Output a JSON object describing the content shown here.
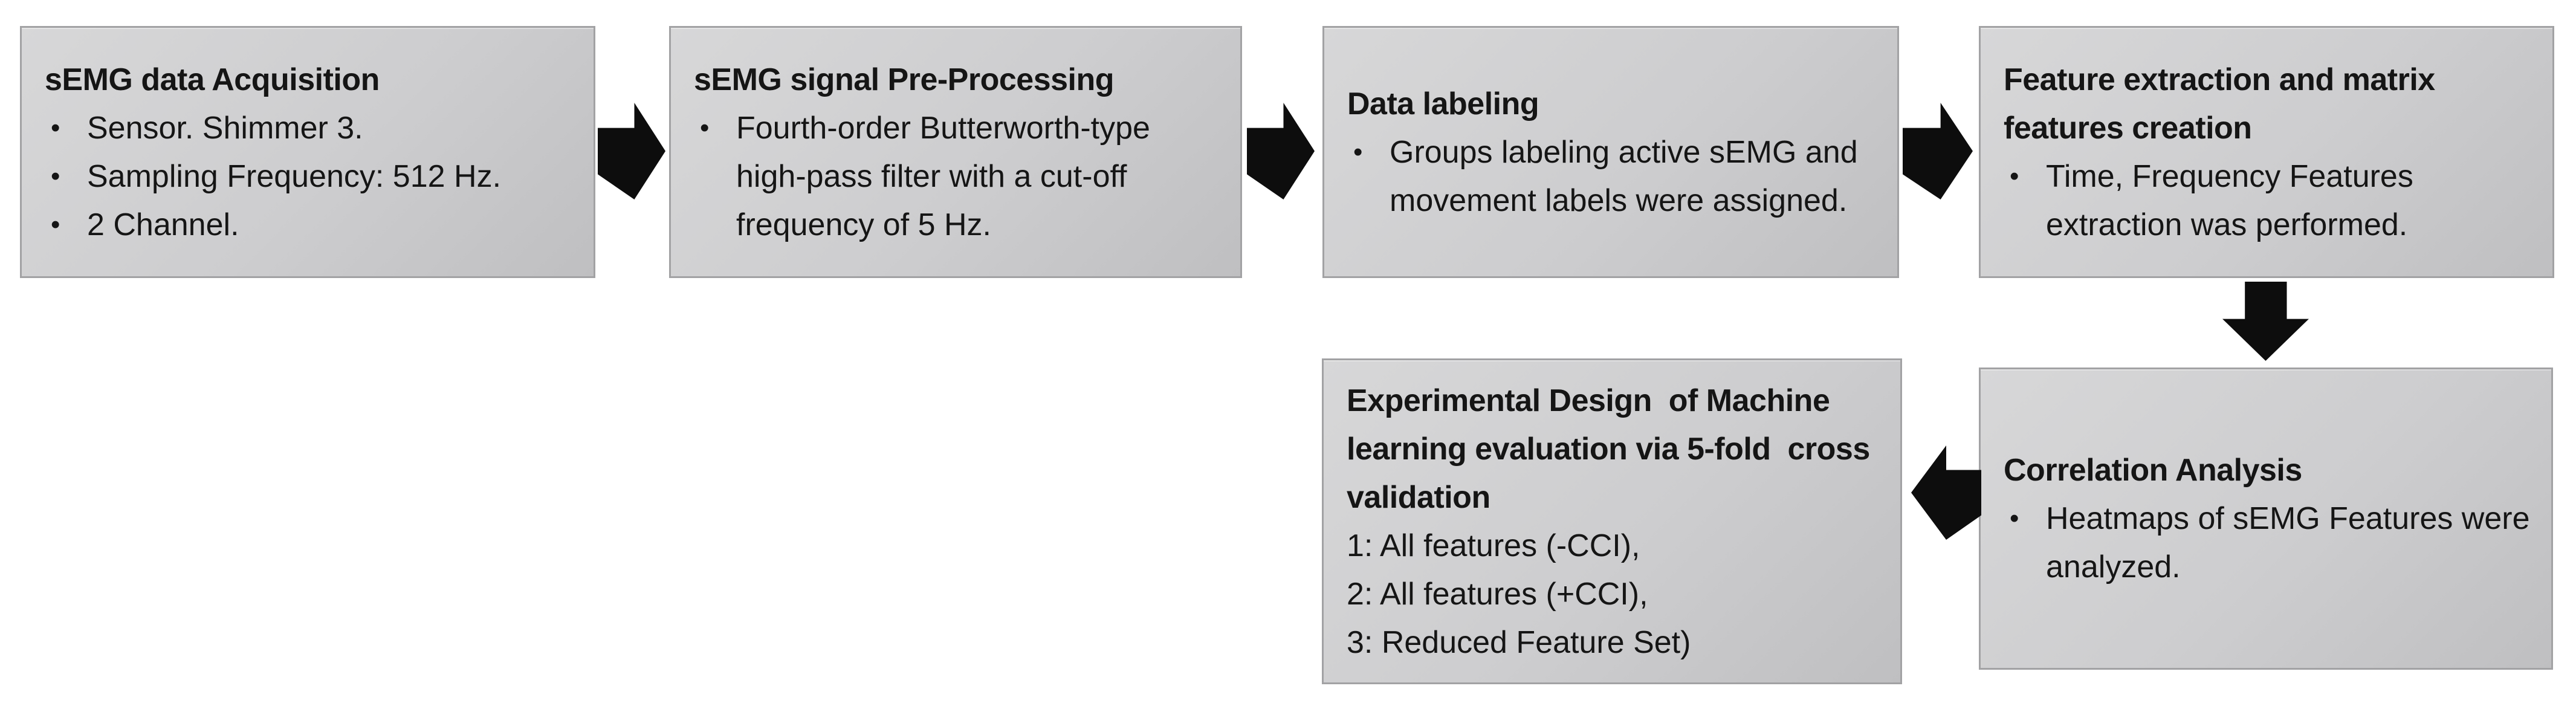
{
  "meta": {
    "bullet": "•",
    "arrow_color": "#0d0d0d",
    "box_fill": "#cdcdcf",
    "box_border": "#a2a2a4"
  },
  "boxes": {
    "acquisition": {
      "title": "sEMG data Acquisition",
      "bullets": [
        "Sensor. Shimmer 3.",
        "Sampling Frequency: 512 Hz.",
        "2 Channel."
      ]
    },
    "preprocessing": {
      "title": "sEMG signal Pre-Processing",
      "bullets": [
        "Fourth-order Butterworth-type\nhigh-pass filter with a cut-off\nfrequency of 5 Hz."
      ]
    },
    "labeling": {
      "title": "Data labeling",
      "bullets": [
        "Groups labeling active sEMG and\nmovement labels were assigned."
      ]
    },
    "feature_extraction": {
      "title": "Feature extraction and matrix\nfeatures creation",
      "bullets": [
        "Time, Frequency Features\nextraction was performed."
      ]
    },
    "correlation": {
      "title": "Correlation Analysis",
      "bullets": [
        "Heatmaps of sEMG Features were\nanalyzed."
      ]
    },
    "experimental": {
      "title": "Experimental Design  of Machine\nlearning evaluation via 5-fold  cross\nvalidation",
      "lines": [
        "1: All features (-CCI),",
        "2: All features (+CCI),",
        "3: Reduced Feature Set)"
      ]
    }
  }
}
